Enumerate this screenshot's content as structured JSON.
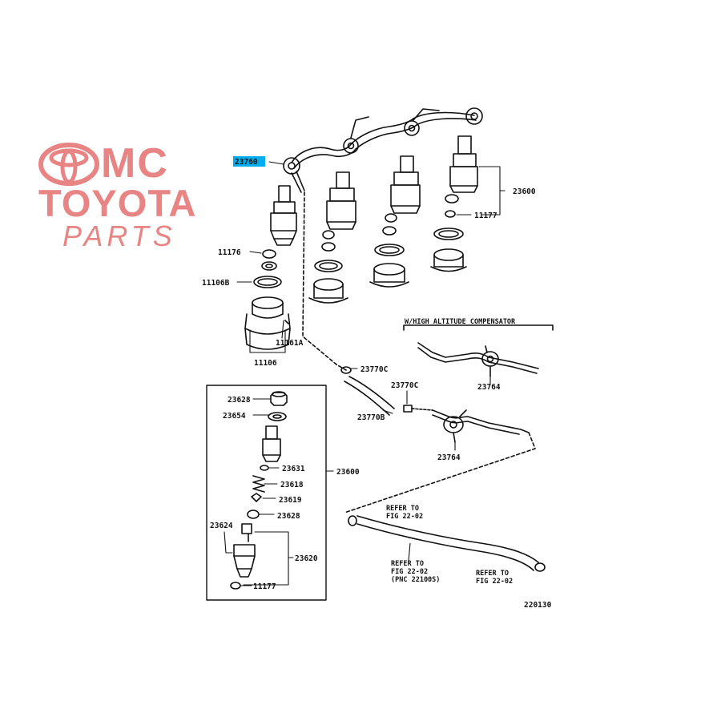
{
  "logo": {
    "mc": "MC",
    "toyota": "TOYOTA",
    "parts": "PARTS",
    "color": "#e98484"
  },
  "callouts": {
    "p23760": "23760",
    "p23600_top": "23600",
    "p11177_top": "11177",
    "p11176": "11176",
    "p11106B": "11106B",
    "p11161A": "11161A",
    "p11106": "11106",
    "p23770C_a": "23770C",
    "p23770C_b": "23770C",
    "p23770B": "23770B",
    "p23764_a": "23764",
    "p23764_b": "23764",
    "p23628_a": "23628",
    "p23654": "23654",
    "p23631": "23631",
    "p23618": "23618",
    "p23619": "23619",
    "p23628_b": "23628",
    "p23624": "23624",
    "p23620": "23620",
    "p11177_bot": "11177",
    "p23600_box": "23600"
  },
  "notes": {
    "high_altitude": "W/HIGH ALTITUDE COMPENSATOR",
    "refer_a_1": "REFER TO",
    "refer_a_2": "FIG 22-02",
    "refer_b_1": "REFER TO",
    "refer_b_2": "FIG 22-02",
    "refer_b_3": "(PNC 22100S)",
    "refer_c_1": "REFER TO",
    "refer_c_2": "FIG 22-02",
    "fig_number": "220130"
  },
  "highlight_color": "#00aeef"
}
